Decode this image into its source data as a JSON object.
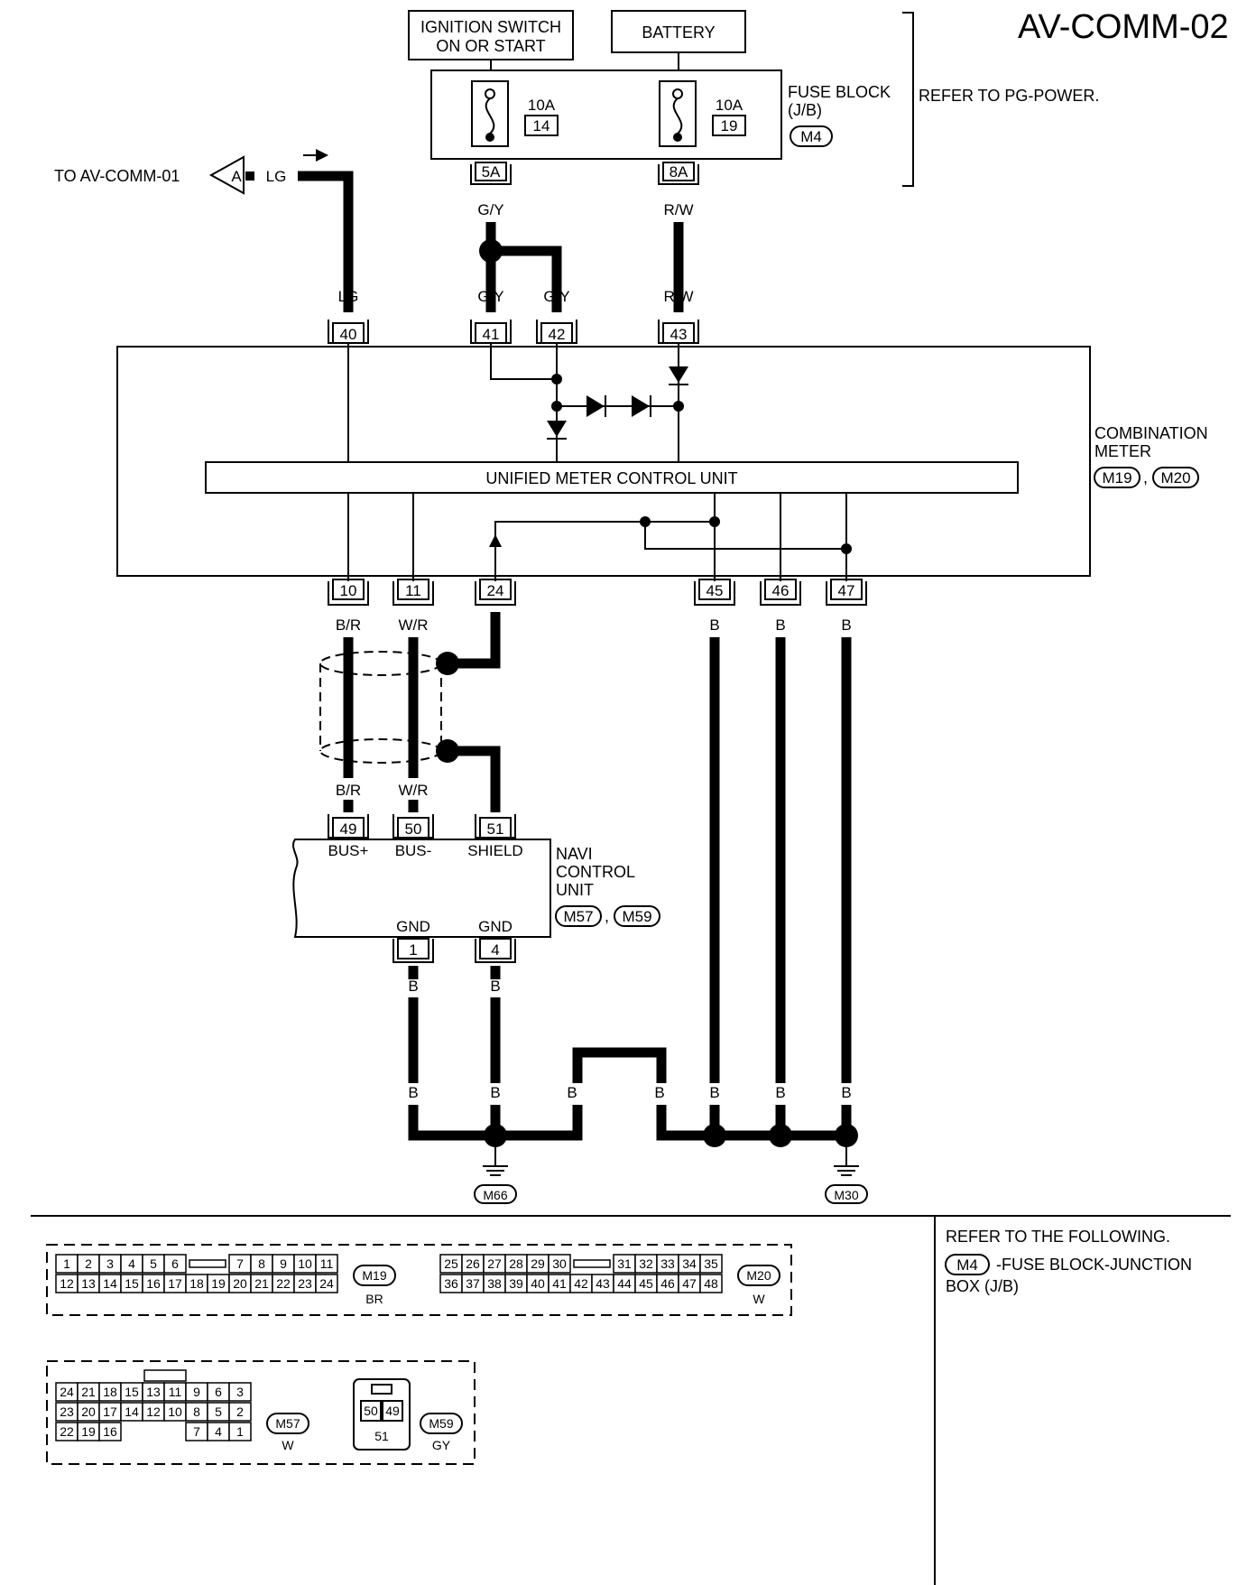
{
  "title": "AV-COMM-02",
  "sources": {
    "ignition": [
      "IGNITION SWITCH",
      "ON OR START"
    ],
    "battery": "BATTERY"
  },
  "fuse_block": {
    "label": [
      "FUSE BLOCK",
      "(J/B)"
    ],
    "connector": "M4",
    "refer": "REFER TO PG-POWER.",
    "fuses": [
      {
        "rating": "10A",
        "number": "14",
        "terminal": "5A",
        "wire": "G/Y"
      },
      {
        "rating": "10A",
        "number": "19",
        "terminal": "8A",
        "wire": "R/W"
      }
    ]
  },
  "offpage": {
    "text": "TO AV-COMM-01",
    "symbol": "A",
    "wire": "LG"
  },
  "combination_meter": {
    "label": [
      "COMBINATION",
      "METER"
    ],
    "connectors": [
      "M19",
      "M20"
    ],
    "unit": "UNIFIED METER CONTROL UNIT",
    "top_pins": [
      {
        "pin": "40",
        "wire": "LG"
      },
      {
        "pin": "41",
        "wire": "G/Y"
      },
      {
        "pin": "42",
        "wire": "G/Y"
      },
      {
        "pin": "43",
        "wire": "R/W"
      }
    ],
    "bottom_pins": [
      {
        "pin": "10",
        "wire": "B/R"
      },
      {
        "pin": "11",
        "wire": "W/R"
      },
      {
        "pin": "24",
        "wire": ""
      },
      {
        "pin": "45",
        "wire": "B"
      },
      {
        "pin": "46",
        "wire": "B"
      },
      {
        "pin": "47",
        "wire": "B"
      }
    ]
  },
  "navi_unit": {
    "label": [
      "NAVI",
      "CONTROL",
      "UNIT"
    ],
    "connectors": [
      "M57",
      "M59"
    ],
    "top_pins": [
      {
        "pin": "49",
        "wire": "B/R",
        "name": "BUS+"
      },
      {
        "pin": "50",
        "wire": "W/R",
        "name": "BUS-"
      },
      {
        "pin": "51",
        "wire": "",
        "name": "SHIELD"
      }
    ],
    "bottom_pins": [
      {
        "pin": "1",
        "wire": "B",
        "name": "GND"
      },
      {
        "pin": "4",
        "wire": "B",
        "name": "GND"
      }
    ]
  },
  "ground_wires": [
    "B",
    "B",
    "B",
    "B",
    "B",
    "B",
    "B"
  ],
  "grounds": [
    "M66",
    "M30"
  ],
  "connector_views": {
    "M19": {
      "id": "M19",
      "color": "BR",
      "row1": [
        "1",
        "2",
        "3",
        "4",
        "5",
        "6",
        "",
        "7",
        "8",
        "9",
        "10",
        "11"
      ],
      "row2": [
        "12",
        "13",
        "14",
        "15",
        "16",
        "17",
        "18",
        "19",
        "20",
        "21",
        "22",
        "23",
        "24"
      ]
    },
    "M20": {
      "id": "M20",
      "color": "W",
      "row1": [
        "25",
        "26",
        "27",
        "28",
        "29",
        "30",
        "",
        "31",
        "32",
        "33",
        "34",
        "35"
      ],
      "row2": [
        "36",
        "37",
        "38",
        "39",
        "40",
        "41",
        "42",
        "43",
        "44",
        "45",
        "46",
        "47",
        "48"
      ]
    },
    "M57": {
      "id": "M57",
      "color": "W",
      "row1": [
        "24",
        "21",
        "18",
        "15",
        "13",
        "11",
        "9",
        "6",
        "3"
      ],
      "row2": [
        "23",
        "20",
        "17",
        "14",
        "12",
        "10",
        "8",
        "5",
        "2"
      ],
      "row3": [
        "22",
        "19",
        "16",
        "7",
        "4",
        "1"
      ]
    },
    "M59": {
      "id": "M59",
      "color": "GY",
      "top": [
        "50",
        "49"
      ],
      "bottom": "51"
    }
  },
  "refer_following": {
    "heading": "REFER TO THE FOLLOWING.",
    "connector": "M4",
    "lines": [
      "-FUSE BLOCK-JUNCTION",
      "BOX (J/B)"
    ]
  }
}
